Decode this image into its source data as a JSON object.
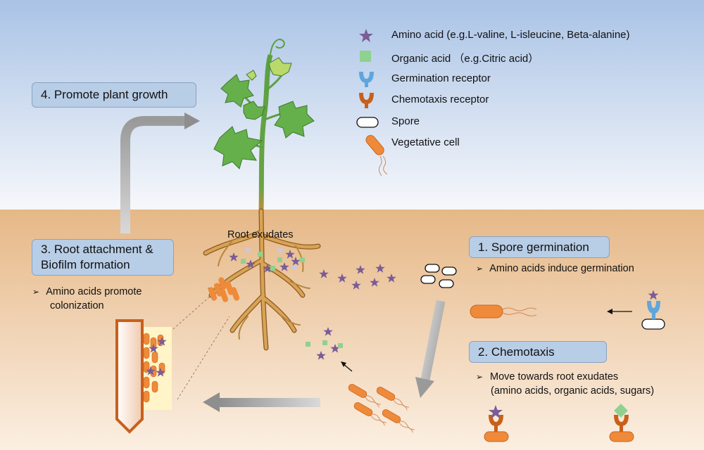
{
  "legend": {
    "amino_acid": "Amino acid (e.g.L-valine, L-isleucine, Beta-alanine)",
    "organic_acid": "Organic acid （e.g.Citric acid）",
    "germination_receptor": "Germination receptor",
    "chemotaxis_receptor": "Chemotaxis receptor",
    "spore": "Spore",
    "vegetative_cell": "Vegetative cell"
  },
  "steps": {
    "step1": {
      "title": "1. Spore germination",
      "bullet": "Amino acids induce germination"
    },
    "step2": {
      "title": "2. Chemotaxis",
      "bullet_line1": "Move towards root exudates",
      "bullet_line2": "(amino acids, organic acids, sugars)"
    },
    "step3": {
      "title_line1": "3. Root attachment &",
      "title_line2": "Biofilm formation",
      "bullet_line1": "Amino acids promote",
      "bullet_line2": "colonization"
    },
    "step4": {
      "title": "4. Promote plant growth"
    }
  },
  "labels": {
    "root_exudates": "Root exudates"
  },
  "colors": {
    "sky_top": "#a9c3e6",
    "soil": "#e7bd8c",
    "amino_acid": "#7a5c96",
    "organic_acid": "#8fd18f",
    "germination_receptor": "#5fa6dc",
    "chemotaxis_receptor": "#c8601c",
    "cell": "#ef8a3a",
    "leaf": "#66b04b",
    "root": "#bf8a3a",
    "box_fill": "#b8cde6"
  }
}
